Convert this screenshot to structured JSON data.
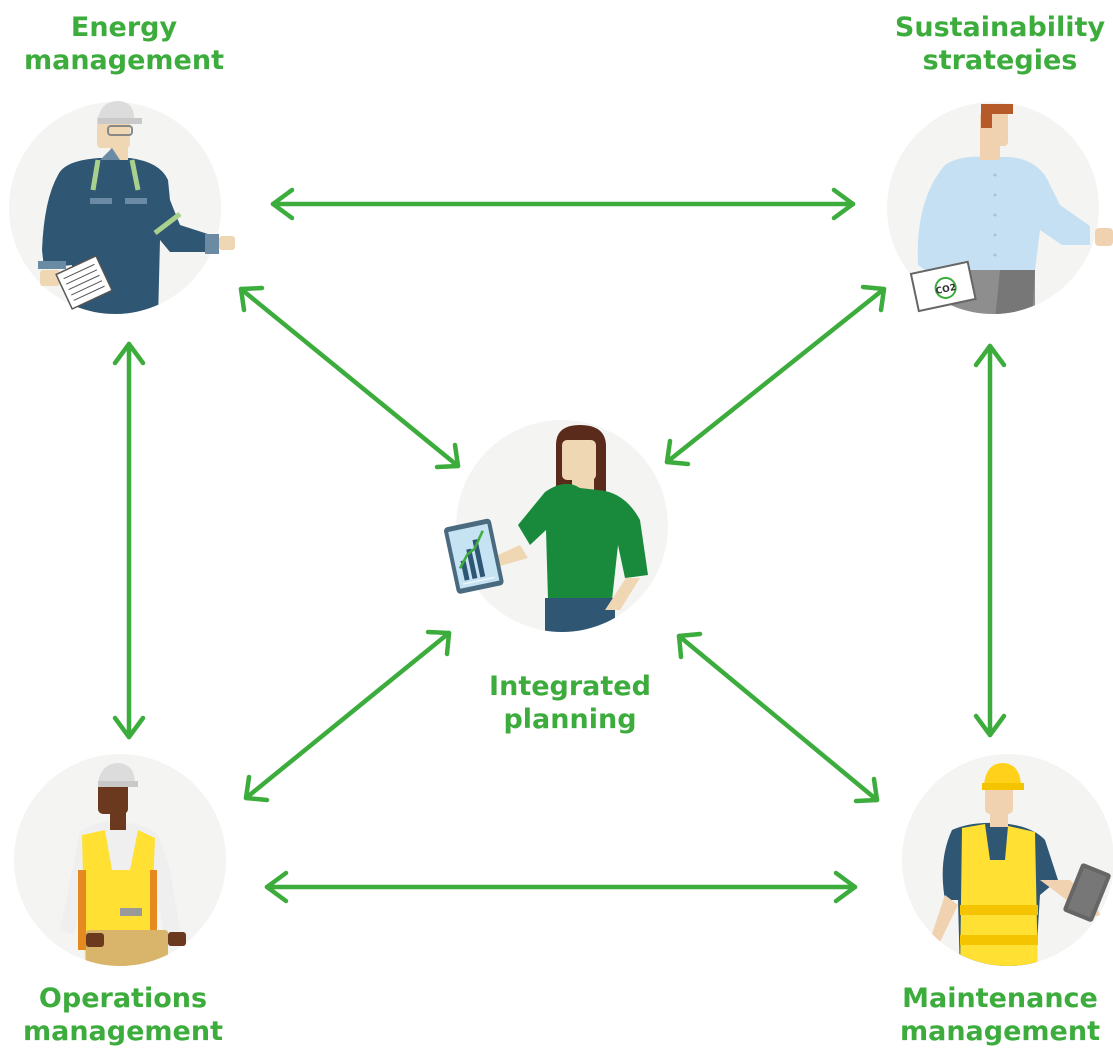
{
  "colors": {
    "accent": "#3cac3c",
    "circle_bg": "#f4f4f2"
  },
  "nodes": {
    "energy": {
      "line1": "Energy",
      "line2": "management",
      "icon": "technician-with-clipboard-icon"
    },
    "sustainability": {
      "line1": "Sustainability",
      "line2": "strategies",
      "icon": "office-worker-with-co2-laptop-icon"
    },
    "integrated": {
      "line1": "Integrated",
      "line2": "planning",
      "icon": "planner-with-tablet-chart-icon"
    },
    "operations": {
      "line1": "Operations",
      "line2": "management",
      "icon": "worker-with-box-icon"
    },
    "maintenance": {
      "line1": "Maintenance",
      "line2": "management",
      "icon": "worker-with-hardhat-and-tablet-icon"
    }
  },
  "laptop_text": "CO2",
  "connections": [
    {
      "from": "energy",
      "to": "sustainability",
      "type": "bidirectional"
    },
    {
      "from": "energy",
      "to": "operations",
      "type": "bidirectional"
    },
    {
      "from": "sustainability",
      "to": "maintenance",
      "type": "bidirectional"
    },
    {
      "from": "operations",
      "to": "maintenance",
      "type": "bidirectional"
    },
    {
      "from": "energy",
      "to": "integrated",
      "type": "bidirectional"
    },
    {
      "from": "sustainability",
      "to": "integrated",
      "type": "bidirectional"
    },
    {
      "from": "operations",
      "to": "integrated",
      "type": "bidirectional"
    },
    {
      "from": "maintenance",
      "to": "integrated",
      "type": "bidirectional"
    }
  ]
}
